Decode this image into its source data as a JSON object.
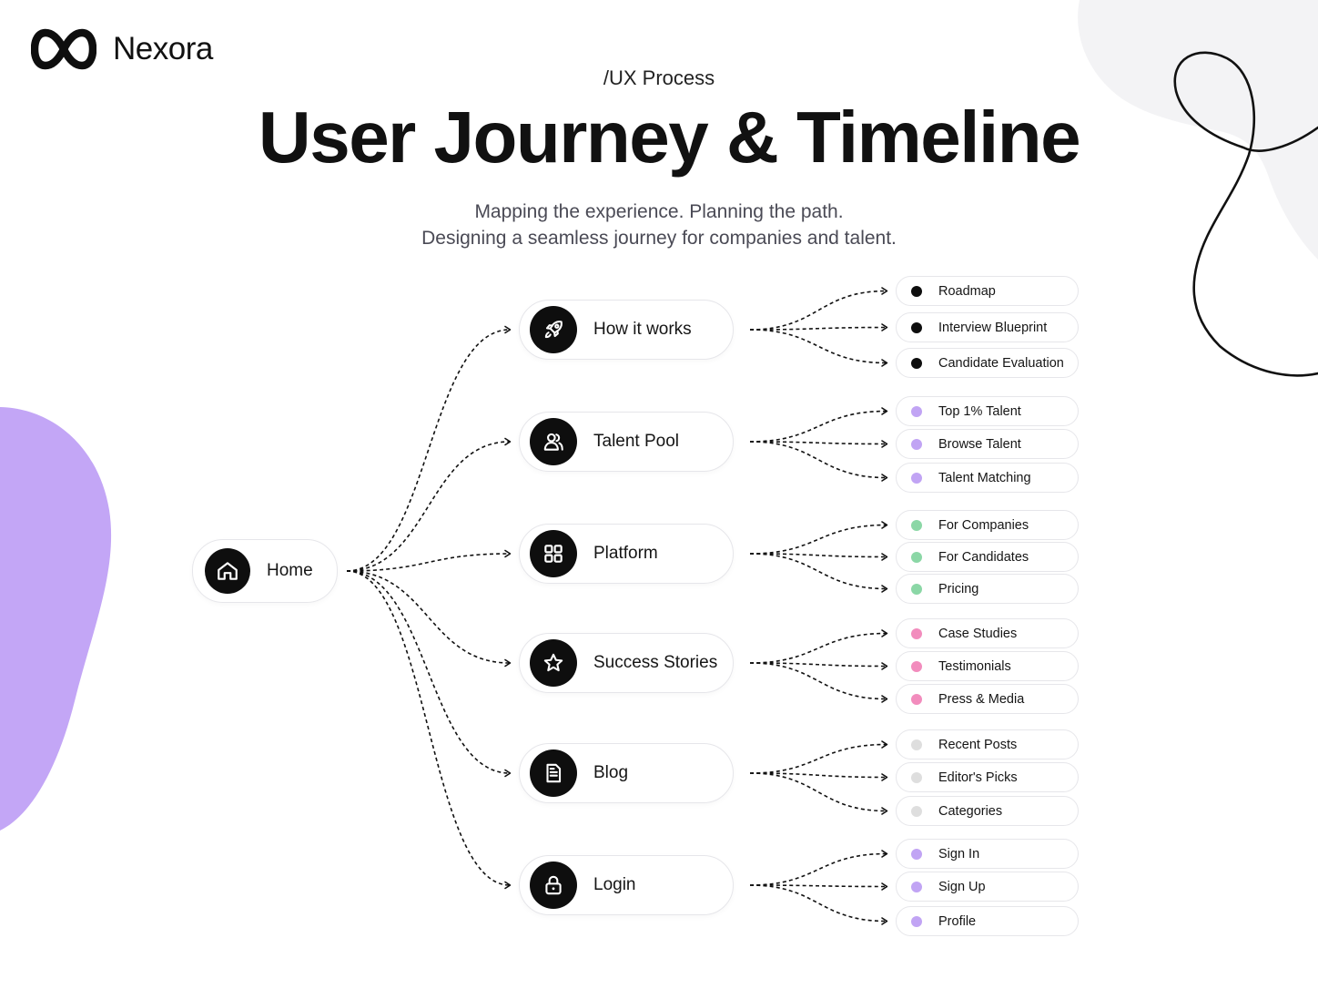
{
  "brand": {
    "name": "Nexora",
    "logo_icon": "infinity-logo"
  },
  "header": {
    "eyebrow": "/UX Process",
    "title": "User Journey & Timeline",
    "subtitle_line1": "Mapping the experience. Planning the path.",
    "subtitle_line2": "Designing a seamless journey for companies and talent."
  },
  "colors": {
    "ink": "#0e0e0e",
    "purple": "#c3a6f6",
    "lavender": "#c1a4f4",
    "green": "#8bd7a6",
    "pink": "#f28cbd",
    "gray": "#dedede",
    "blob_gray": "#f3f3f5"
  },
  "root": {
    "label": "Home",
    "icon": "home-icon"
  },
  "sections": [
    {
      "label": "How it works",
      "icon": "rocket-icon",
      "dot": "#0e0e0e",
      "items": [
        "Roadmap",
        "Interview Blueprint",
        "Candidate Evaluation"
      ]
    },
    {
      "label": "Talent Pool",
      "icon": "users-icon",
      "dot": "#c1a4f4",
      "items": [
        "Top 1% Talent",
        "Browse Talent",
        "Talent Matching"
      ]
    },
    {
      "label": "Platform",
      "icon": "grid-icon",
      "dot": "#8bd7a6",
      "items": [
        "For Companies",
        "For Candidates",
        "Pricing"
      ]
    },
    {
      "label": "Success Stories",
      "icon": "star-icon",
      "dot": "#f28cbd",
      "items": [
        "Case Studies",
        "Testimonials",
        "Press & Media"
      ]
    },
    {
      "label": "Blog",
      "icon": "document-icon",
      "dot": "#dedede",
      "items": [
        "Recent Posts",
        "Editor's Picks",
        "Categories"
      ]
    },
    {
      "label": "Login",
      "icon": "lock-icon",
      "dot": "#c1a4f4",
      "items": [
        "Sign In",
        "Sign Up",
        "Profile"
      ]
    }
  ]
}
